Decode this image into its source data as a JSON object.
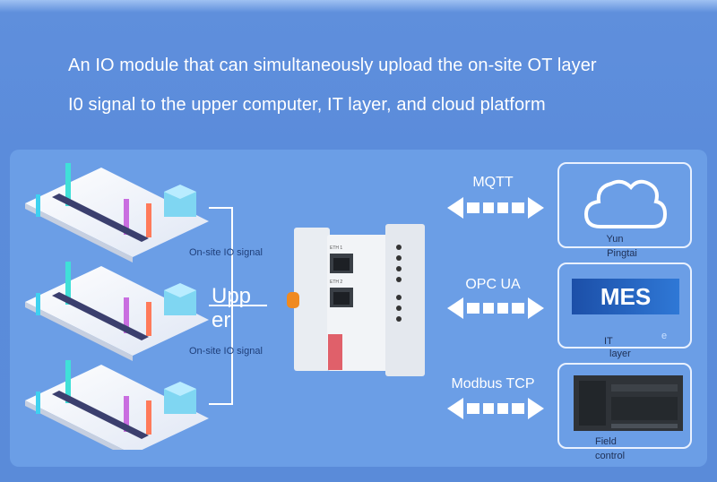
{
  "headline": {
    "line1": "An IO module that can simultaneously upload the on-site OT layer",
    "line2": "I0 signal to the upper computer, IT layer, and cloud platform"
  },
  "left": {
    "signal_label_top": "On-site IO signal",
    "signal_label_bottom": "On-site IO signal",
    "upper_line1": "Upp",
    "upper_line2": "er"
  },
  "device": {
    "port1_label": "ETH 1",
    "port2_label": "ETH 2"
  },
  "protocols": [
    {
      "label": "MQTT"
    },
    {
      "label": "OPC UA"
    },
    {
      "label": "Modbus TCP"
    }
  ],
  "cards": {
    "cloud": {
      "line1": "Yun",
      "line2": "Pingtai"
    },
    "it": {
      "badge": "MES",
      "line1": "IT",
      "line2": "layer",
      "extra": "e"
    },
    "field": {
      "line1": "Field",
      "line2": "control"
    }
  },
  "colors": {
    "background": "#5b8cdb",
    "panel": "#6b9ee6",
    "text_dark": "#1f3f7a",
    "white": "#ffffff"
  }
}
